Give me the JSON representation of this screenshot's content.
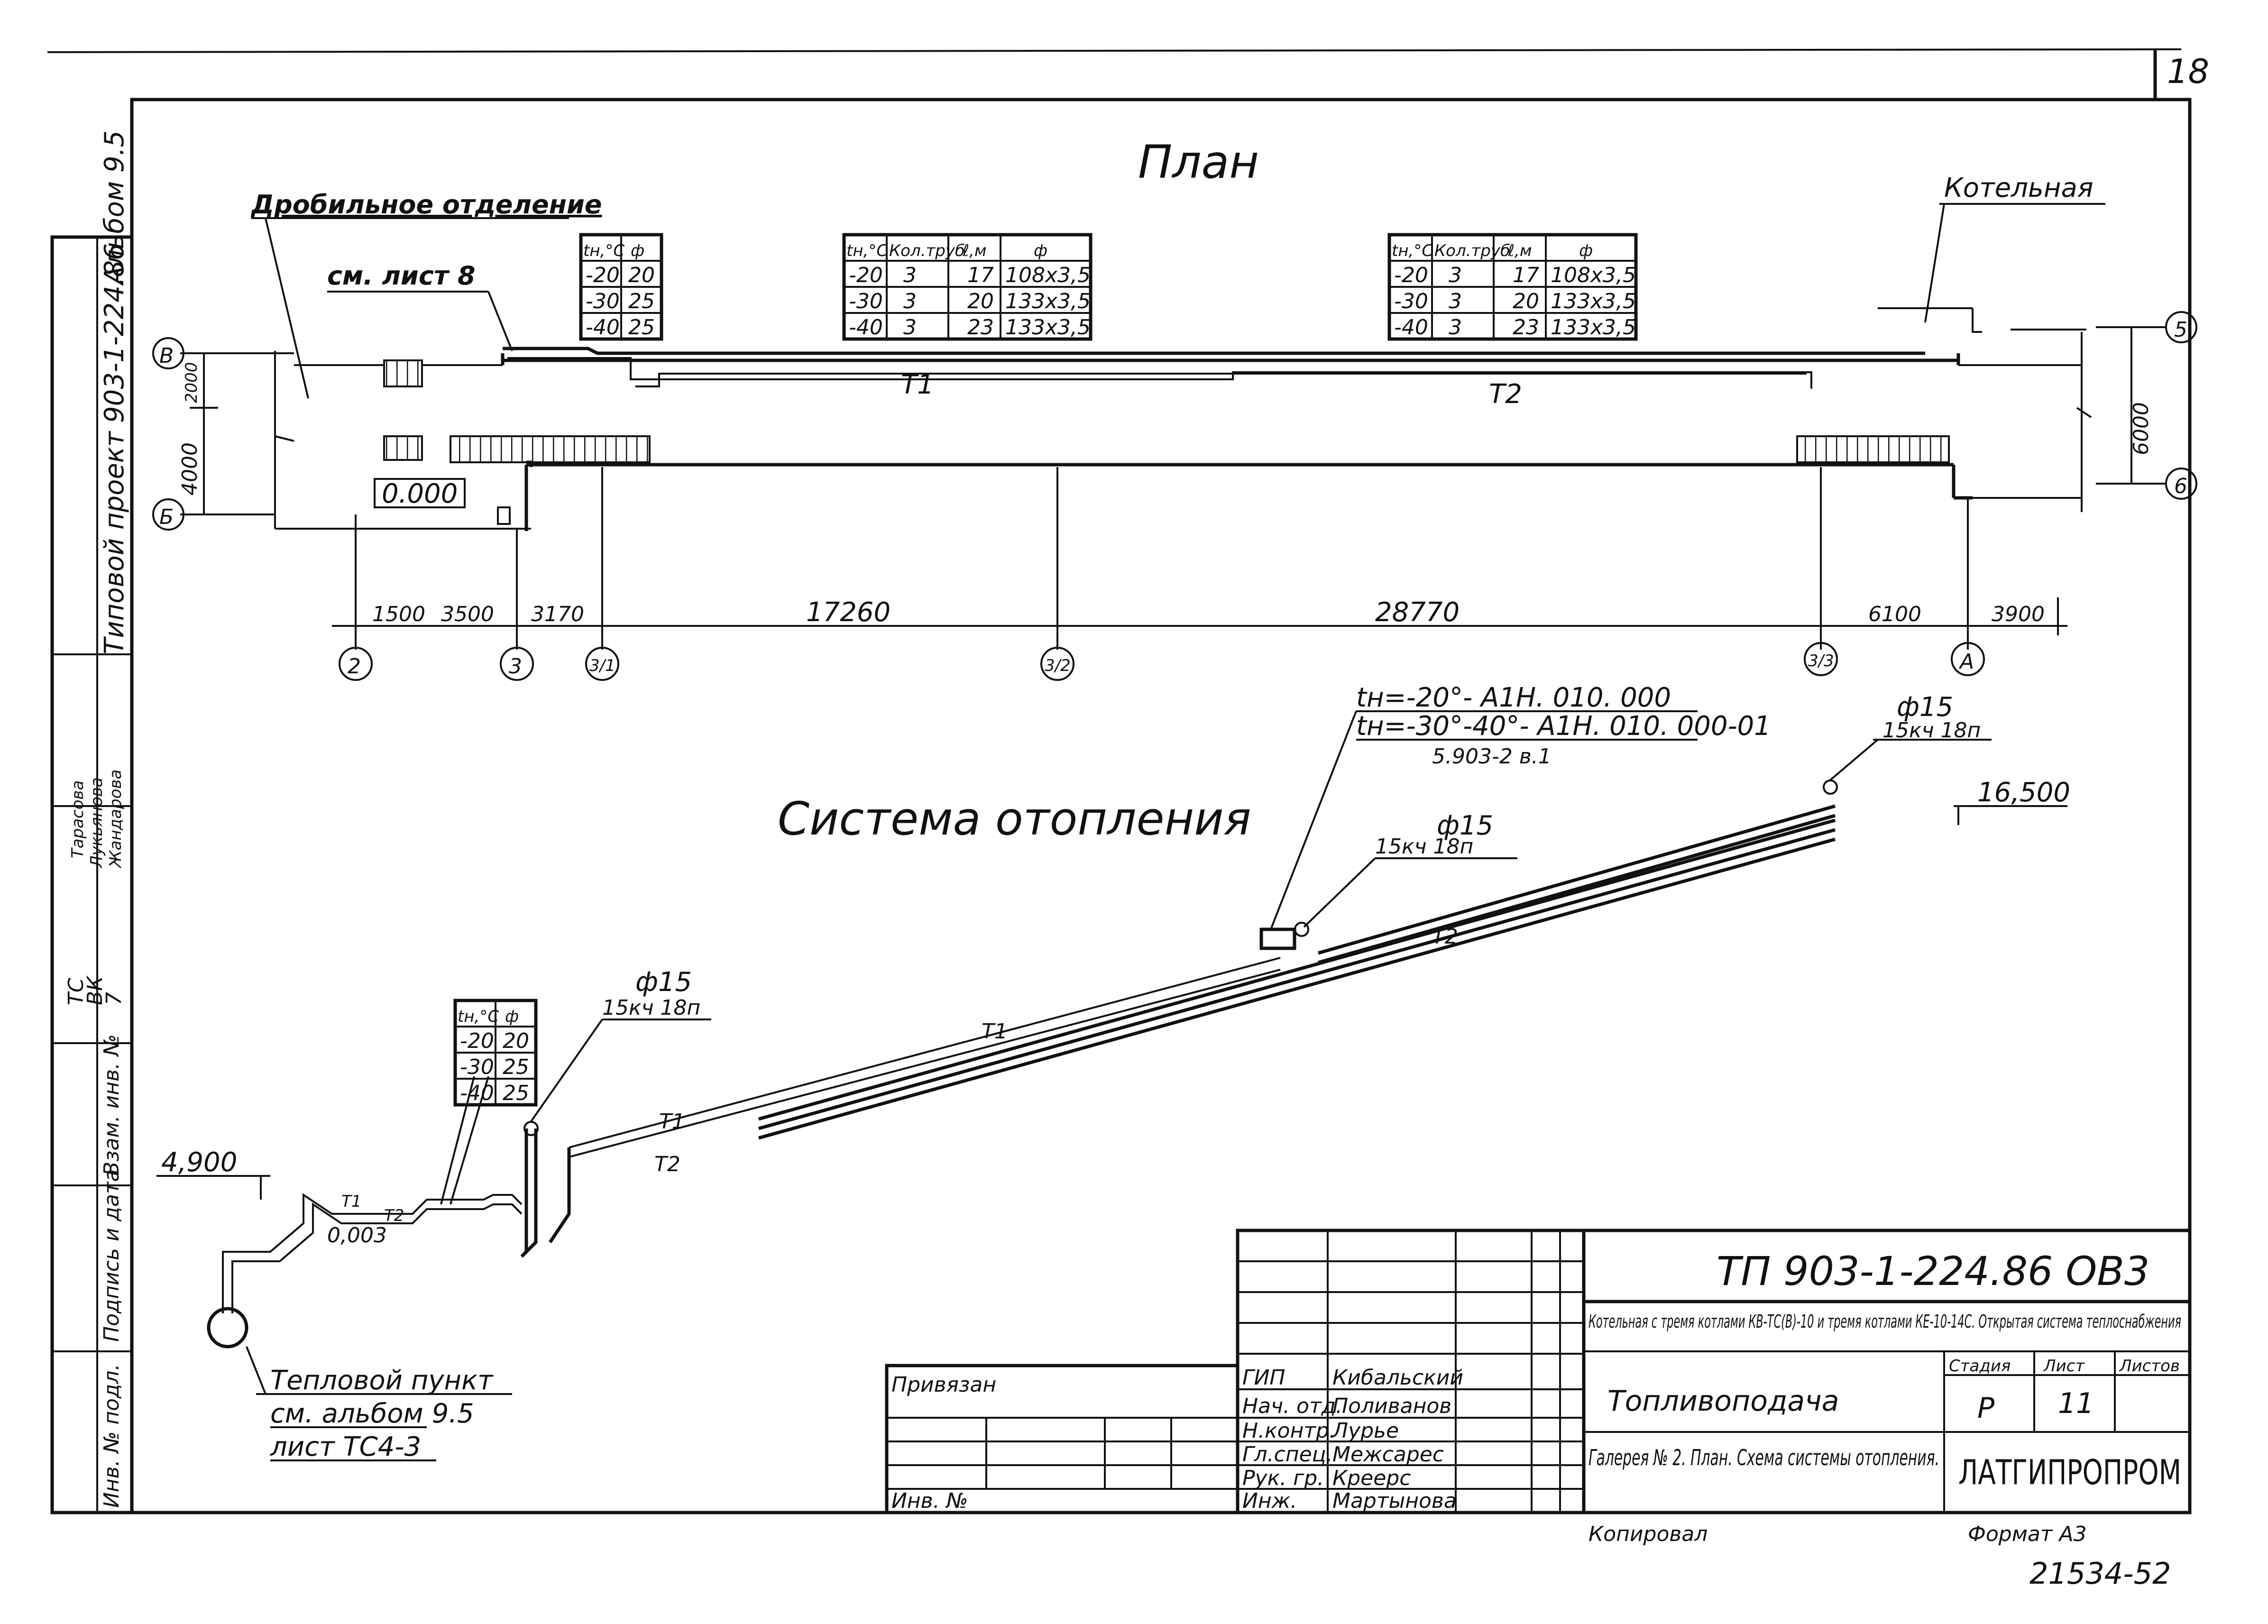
{
  "sheet": {
    "page_number": "18",
    "album": "Альбом 9.5",
    "project_vertical": "Типовой проект 903-1-224.86",
    "plan_title": "План",
    "system_title": "Система отопления"
  },
  "plan": {
    "left_label": "Дробильное отделение",
    "left_ref": "см. лист 8",
    "right_label": "Котельная",
    "elevation_mark": "0.000",
    "pipe_t1": "Т1",
    "pipe_t2": "Т2",
    "axes_row": [
      "В",
      "Б"
    ],
    "axes_right": [
      "5",
      "6"
    ],
    "axes_col": [
      "2",
      "3",
      "3/1",
      "3/2",
      "3/3",
      "А"
    ],
    "dims_vertical": [
      "2000",
      "4000",
      "6000"
    ],
    "dims_horizontal": [
      "1500",
      "3500",
      "3170",
      "17260",
      "28770",
      "6100",
      "3900"
    ],
    "table_small": {
      "headers": [
        "tн,°С",
        "ф"
      ],
      "rows": [
        [
          "-20",
          "20"
        ],
        [
          "-30",
          "25"
        ],
        [
          "-40",
          "25"
        ]
      ]
    },
    "table_main_left": {
      "headers": [
        "tн,°С",
        "Кол.труб",
        "ℓ,м",
        "ф"
      ],
      "rows": [
        [
          "-20",
          "3",
          "17",
          "108х3,5"
        ],
        [
          "-30",
          "3",
          "20",
          "133х3,5"
        ],
        [
          "-40",
          "3",
          "23",
          "133х3,5"
        ]
      ]
    },
    "table_main_right": {
      "headers": [
        "tн,°С",
        "Кол.труб",
        "ℓ,м",
        "ф"
      ],
      "rows": [
        [
          "-20",
          "3",
          "17",
          "108х3,5"
        ],
        [
          "-30",
          "3",
          "20",
          "133х3,5"
        ],
        [
          "-40",
          "3",
          "23",
          "133х3,5"
        ]
      ]
    }
  },
  "system": {
    "mark_top": "tн=-20°- А1Н. 010. 000",
    "mark_top2": "tн=-30°-40°- А1Н. 010. 000-01",
    "mark_ref": "5.903-2  в.1",
    "valve_mid_dia": "ф15",
    "valve_mid_code": "15кч 18п",
    "valve_top_dia": "ф15",
    "valve_top_code": "15кч 18п",
    "valve_low_dia": "ф15",
    "valve_low_code": "15кч 18п",
    "elev_top": "16,500",
    "elev_low": "4,900",
    "slope": "0,003",
    "pipe_t1": "Т1",
    "pipe_t2": "Т2",
    "table_low": {
      "headers": [
        "tн,°С",
        "ф"
      ],
      "rows": [
        [
          "-20",
          "20"
        ],
        [
          "-30",
          "25"
        ],
        [
          "-40",
          "25"
        ]
      ]
    },
    "heat_point_1": "Тепловой пункт",
    "heat_point_2": "см. альбом  9.5",
    "heat_point_3": "лист ТС4-3"
  },
  "side_stamp": {
    "cells": [
      "ТС",
      "ВК",
      "7"
    ],
    "names": [
      "Тарасова",
      "Лукьянова",
      "Жандарова"
    ],
    "labels": [
      "Взам. инв. №",
      "Подпись и дата",
      "Инв. № подл."
    ]
  },
  "title_block": {
    "code": "ТП 903-1-224.86 ОВ3",
    "description": "Котельная с тремя котлами КВ-ТС(В)-10 и тремя котлами КЕ-10-14С. Открытая система теплоснабжения",
    "linked": "Привязан",
    "inv": "Инв. №",
    "roles": [
      "ГИП",
      "Нач. отд.",
      "Н.контр.",
      "Гл.спец.",
      "Рук. гр.",
      "Инж."
    ],
    "names": [
      "Кибальский",
      "Поливанов",
      "Лурье",
      "Межсарес",
      "Креерс",
      "Мартынова"
    ],
    "building": "Топливоподача",
    "sheet_name": "Галерея № 2. План. Схема системы отопления.",
    "stage_h": "Стадия",
    "sheet_h": "Лист",
    "sheets_h": "Листов",
    "stage": "Р",
    "sheet": "11",
    "org": "ЛАТГИПРОПРОМ",
    "copied": "Копировал",
    "format": "Формат А3",
    "number": "21534-52"
  }
}
